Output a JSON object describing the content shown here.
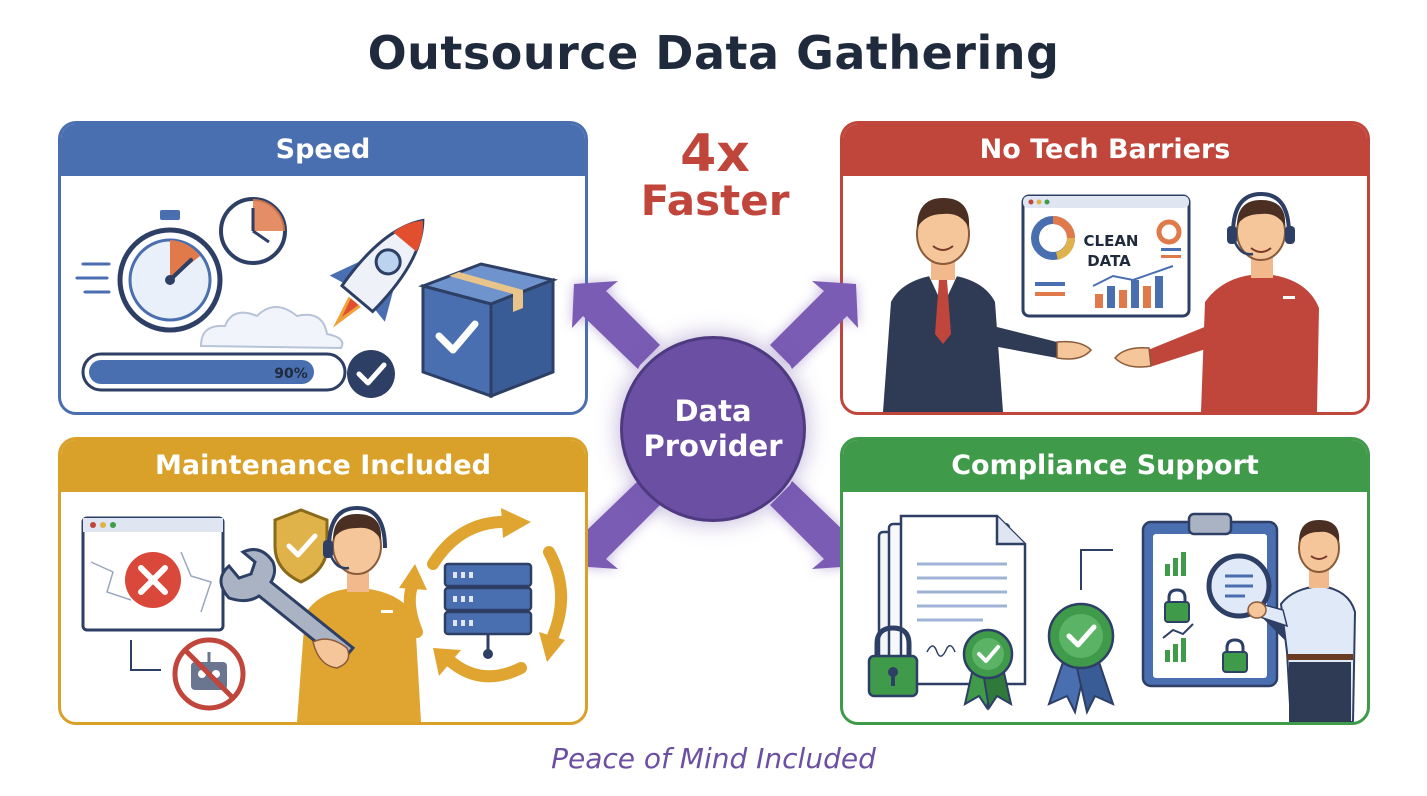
{
  "title": "Outsource Data Gathering",
  "hub": {
    "label": "Data\nProvider"
  },
  "callout": {
    "value": "4x",
    "label": "Faster"
  },
  "cards": {
    "speed": {
      "title": "Speed",
      "progress_label": "90%",
      "progress": 0.9
    },
    "tech": {
      "title": "No Tech Barriers",
      "screen_text_1": "CLEAN",
      "screen_text_2": "DATA"
    },
    "maintenance": {
      "title": "Maintenance Included"
    },
    "compliance": {
      "title": "Compliance Support"
    }
  },
  "footer": "Peace of Mind Included",
  "colors": {
    "speed": "#4a6fb0",
    "tech": "#c0453a",
    "maintenance": "#d9a12a",
    "compliance": "#3f9a4a",
    "hub": "#6b4fa3"
  },
  "icons": [
    "stopwatch-icon",
    "clock-icon",
    "rocket-icon",
    "package-icon",
    "checkmark-icon",
    "dashboard-icon",
    "headset-icon",
    "broken-window-icon",
    "shield-check-icon",
    "wrench-icon",
    "no-robot-icon",
    "server-icon",
    "document-icon",
    "padlock-icon",
    "award-ribbon-icon",
    "clipboard-icon",
    "magnifier-icon"
  ]
}
